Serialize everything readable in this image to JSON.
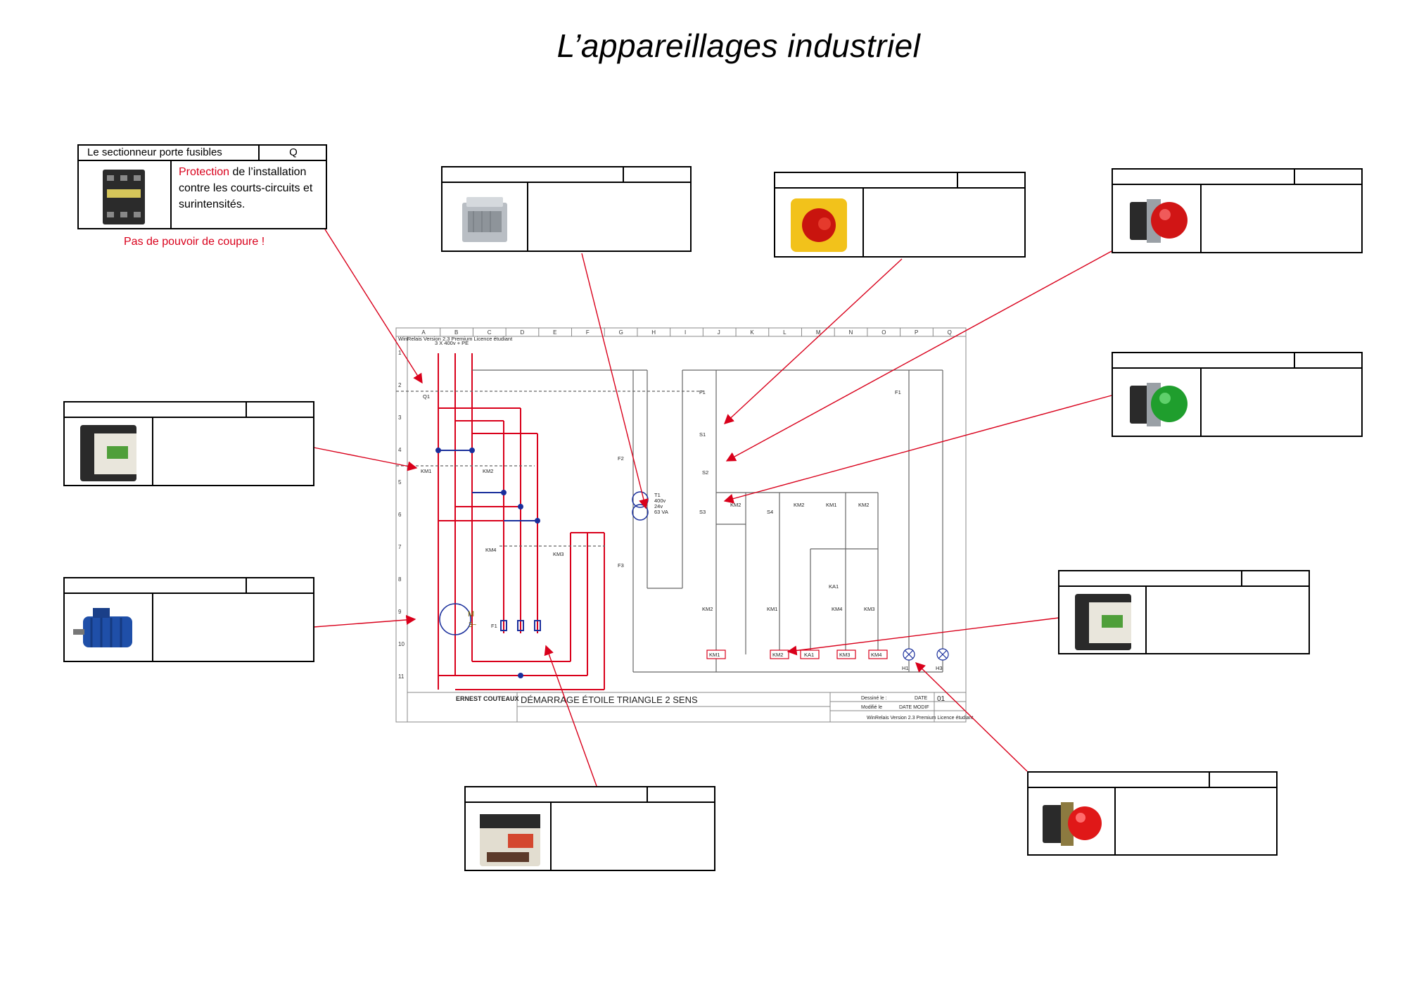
{
  "title": "L’appareillages industriel",
  "cards": [
    {
      "id": "q",
      "name": "Le sectionneur porte fusibles",
      "symbol": "Q",
      "desc_highlight": "Protection",
      "desc_rest": " de l’installation contre les courts-circuits et surintensités.",
      "note": "Pas de pouvoir de coupure !",
      "icon": "fuse-disconnector-icon"
    },
    {
      "id": "transfo",
      "name": "",
      "symbol": "",
      "icon": "transformer-icon"
    },
    {
      "id": "estop",
      "name": "",
      "symbol": "",
      "icon": "emergency-stop-icon"
    },
    {
      "id": "redbtn",
      "name": "",
      "symbol": "",
      "icon": "red-pushbutton-icon"
    },
    {
      "id": "greenbtn",
      "name": "",
      "symbol": "",
      "icon": "green-pushbutton-icon"
    },
    {
      "id": "contactor1",
      "name": "",
      "symbol": "",
      "icon": "contactor-icon"
    },
    {
      "id": "motor",
      "name": "",
      "symbol": "",
      "icon": "motor-icon"
    },
    {
      "id": "contactor2",
      "name": "",
      "symbol": "",
      "icon": "contactor-icon"
    },
    {
      "id": "thermal",
      "name": "",
      "symbol": "",
      "icon": "thermal-relay-icon"
    },
    {
      "id": "lamp",
      "name": "",
      "symbol": "",
      "icon": "indicator-lamp-icon"
    }
  ],
  "schematic": {
    "columns": [
      "A",
      "B",
      "C",
      "D",
      "E",
      "F",
      "G",
      "H",
      "I",
      "J",
      "K",
      "L",
      "M",
      "N",
      "O",
      "P",
      "Q"
    ],
    "rows": [
      "1",
      "2",
      "3",
      "4",
      "5",
      "6",
      "7",
      "8",
      "9",
      "10",
      "11"
    ],
    "license_text": "WinRelais Version 2.3 Premium Licence étudiant",
    "supply": "3 X 400v + PE",
    "author": "ERNEST COUTEAUX",
    "drawing_title": "DÉMARRAGE ÉTOILE TRIANGLE 2 SENS",
    "drawn_label": "Dessiné le :",
    "modified_label": "Modifié le",
    "date_label": "DATE",
    "date_modif_label": "DATE MODIF",
    "sheet_no": "01",
    "transformer": [
      "T1",
      "400v",
      "24v",
      "63 VA"
    ],
    "labels": {
      "q1": "Q1",
      "km1": "KM1",
      "km2": "KM2",
      "km3": "KM3",
      "km4": "KM4",
      "f1": "F1",
      "f2": "F2",
      "f3": "F3",
      "s1": "S1",
      "s2": "S2",
      "s3": "S3",
      "s4": "S4",
      "ka1": "KA1",
      "h1": "H1",
      "h3": "H3",
      "motor": "M",
      "motor_phase": "3~"
    }
  }
}
